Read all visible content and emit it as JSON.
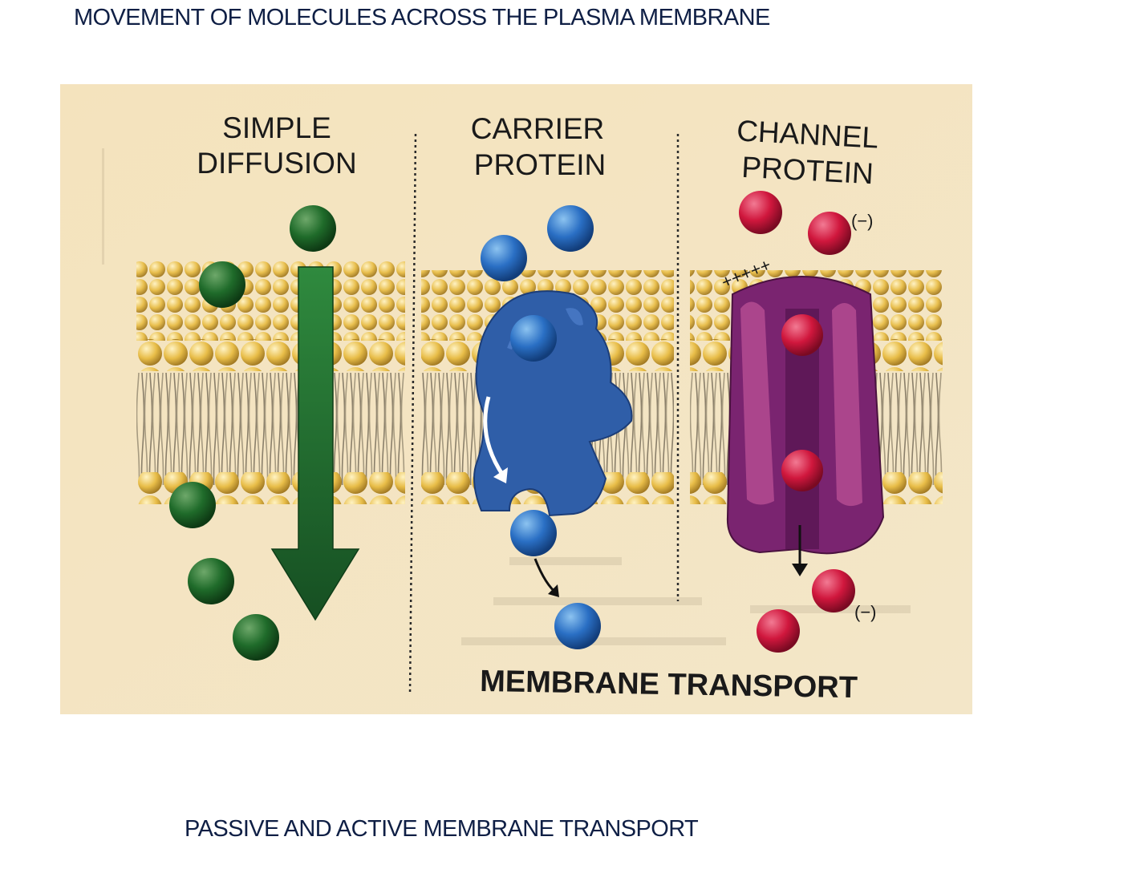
{
  "slide": {
    "title": "MOVEMENT OF MOLECULES ACROSS THE PLASMA MEMBRANE",
    "caption": "PASSIVE AND ACTIVE MEMBRANE TRANSPORT"
  },
  "figure": {
    "panels": [
      {
        "title_line1": "SIMPLE",
        "title_line2": "DIFFUSION",
        "molecule_color": "#1f6b2a"
      },
      {
        "title_line1": "CARRIER",
        "title_line2": "PROTEIN",
        "molecule_color": "#2a6fc4"
      },
      {
        "title_line1": "CHANNEL",
        "title_line2": "PROTEIN",
        "molecule_color": "#d0173d"
      }
    ],
    "charge_top": "(−)",
    "charge_bottom": "(−)",
    "plus_signs": "+++++",
    "main_label": "MEMBRANE TRANSPORT",
    "colors": {
      "background": "#f5e6c2",
      "lipid_head": "#e8bd48",
      "carrier": "#2f5ea8",
      "channel": "#7a2470",
      "diffusion_arrow": "#1e6a2e"
    }
  }
}
